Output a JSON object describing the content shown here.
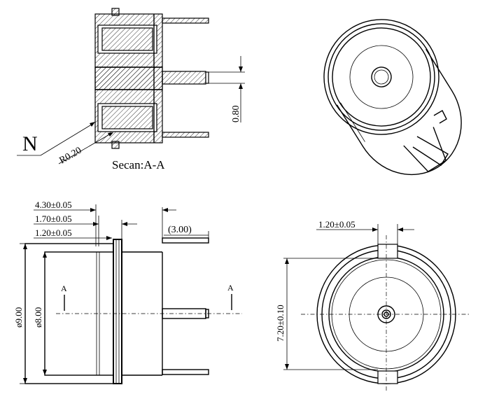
{
  "section_view": {
    "detail_label": "N",
    "radius_label": "R0.20",
    "pin_dim": "0.80",
    "caption": "Secan:A-A"
  },
  "side_view": {
    "dim_total": "4.30±0.05",
    "dim_mid": "1.70±0.05",
    "dim_flange": "1.20±0.05",
    "dim_pin": "(3.00)",
    "dia_outer": "ø9.00",
    "dia_inner": "ø8.00",
    "section_mark_left": "A",
    "section_mark_right": "A"
  },
  "front_view": {
    "dim_slot": "1.20±0.05",
    "dim_height": "7.20±0.10"
  }
}
